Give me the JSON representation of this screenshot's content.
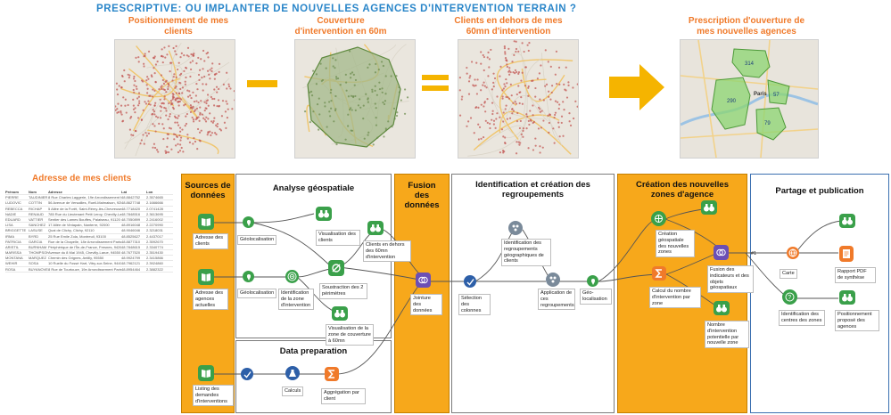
{
  "title": "PRESCRIPTIVE:  OU IMPLANTER DE NOUVELLES AGENCES D'INTERVENTION TERRAIN ?",
  "maps": [
    {
      "caption": "Positionnement de mes clients"
    },
    {
      "caption": "Couverture d'intervention  en 60m"
    },
    {
      "caption": "Clients en dehors de mes 60mn d'intervention"
    },
    {
      "caption": "Prescription d'ouverture de mes nouvelles agences"
    }
  ],
  "operators": {
    "minus": "—",
    "equals": "="
  },
  "agency_labels": [
    "314",
    "290",
    "57",
    "79",
    "Paris"
  ],
  "address_title": "Adresse de mes clients",
  "sheet": {
    "headers": [
      "Prénom",
      "Nom",
      "Adresse",
      "Lat",
      "Lon"
    ],
    "rows": [
      [
        "PIERRE",
        "TAUDINIER",
        "8 Rue Charles Laggerie, 19e Arrondissement Paris (Paris), 75019",
        "48.8842752",
        "2.3574665"
      ],
      [
        "LUDOVIC",
        "COTTIN",
        "56 Avenue de Versailles, Rueil-Malmaison, 92500",
        "48.8627748",
        "2.1666666"
      ],
      [
        "REBECCA",
        "RICHAP",
        "5 Allée de la Forêt, Saint-Rémy-lès-Chevreuse, 78470",
        "48.7718420",
        "2.0741428"
      ],
      [
        "NADIE",
        "RENAUD",
        "785 Rue du Lieutenant Petit Leroy, Chevilly-Larue, 94550",
        "48.7848516",
        "2.3613695"
      ],
      [
        "EDUARD",
        "VATTIER",
        "Sentier des Lames Bouffes, Palaiseau, 91120",
        "48.7050899",
        "2.2416002"
      ],
      [
        "LISA",
        "SANCHEZ",
        "17 Allée de Vintapain, Nanterre, 92000",
        "48.8916048",
        "2.2270990"
      ],
      [
        "BRIGGETTE",
        "LASUSE",
        "Quai de Clichy, Clichy, 92110",
        "48.9046046",
        "2.3218031"
      ],
      [
        "IRMA",
        "BYRD",
        "25 Rue Emile Zola, Montreuil, 93100",
        "48.8525627",
        "2.4437017"
      ],
      [
        "PATRICIA",
        "GARCIA",
        "Rue de la Chapelle, 18e Arrondissement Paris (Paris), 75018",
        "48.8877310",
        "2.3592670"
      ],
      [
        "ARISTIL",
        "BURNHAM",
        "Périphérique de l'Île-de-France, Fresnes, 94260",
        "48.7848615",
        "2.3340774"
      ],
      [
        "MARISSA",
        "THOMPSON",
        "Avenue du 8 Mai 1945, Chevilly-Larue, 94550",
        "48.7677520",
        "2.3519430"
      ],
      [
        "MONTANA",
        "MARQUEZ",
        "Chemin des Grignes, Antilly, 95550",
        "48.9924799",
        "2.3415866"
      ],
      [
        "WEHIR",
        "SOSA",
        "10 Ruelle du Fossé Hart, Vitry-sur-Seine, 94400",
        "48.7962121",
        "2.3924860"
      ],
      [
        "ROSA",
        "BUYANOVER",
        "8 Rue de Tourtouze, 19e Arrondissement Paris (Paris), 75019",
        "48.8954464",
        "2.3882322"
      ]
    ]
  },
  "panels": [
    {
      "title": "Sources de données"
    },
    {
      "title": "Analyse géospatiale"
    },
    {
      "title": "Fusion des données"
    },
    {
      "title": "Identification et création des regroupements"
    },
    {
      "title": "Création des nouvelles zones d'agence"
    },
    {
      "title": "Partage et publication"
    },
    {
      "title": "Data preparation"
    }
  ],
  "labels": {
    "src1": "Adresse des clients",
    "src2": "Adresse des agences actuelles",
    "src3": "Listing des demandes d'interventions",
    "geo1": "Géolocalisation",
    "geo2": "Géolocalisation",
    "vis1": "Visualisation des clients",
    "clients_out": "Clients en dehors des 60mn d'intervention",
    "soustr": "Soustraction des 2 périmètres",
    "ident": "Identification de la zone d'intervention",
    "vis2": "Visualisation de la zone de couverture à 60mn",
    "calc": "Calculs",
    "agg": "Aggrégation par client",
    "jointure": "Jointure des données",
    "selcol": "Sélection des colonnes",
    "identreg": "Identification des regroupements géographiques de clients",
    "appreg": "Application de ces regroupements",
    "geoloc2": "Géo-localisation",
    "creazone": "Création géospatiale des nouvelles zones",
    "calcnb": "Calcul du nombre d'intervention par zone",
    "nbinterv": "Nombre d'intervention potentielle par nouvelle zone",
    "fusion": "Fusion des indicateurs et des objets géospatiaux",
    "carte": "Carte",
    "rapport": "Rapport PDF de synthèse",
    "identctr": "Identification des centres des zones",
    "position": "Positionnement proposé des agences",
    "hash": "#1"
  },
  "colors": {
    "green": "#3aa04a",
    "blue": "#2d5fa8",
    "orange": "#f07a2a",
    "panel_orange": "#f7a81b",
    "title_blue": "#2a86c9",
    "map_green": "#8cd672"
  }
}
